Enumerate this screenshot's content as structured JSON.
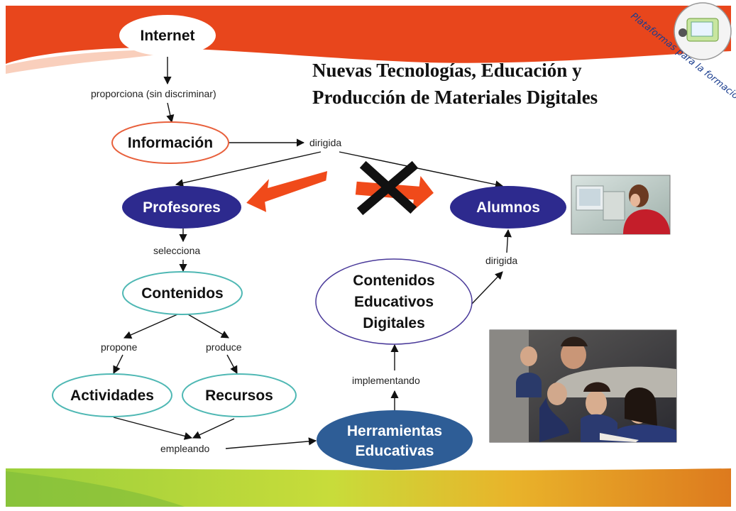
{
  "slide": {
    "title_line1": "Nuevas Tecnologías, Educación y",
    "title_line2": "Producción de Materiales Digitales",
    "badge_text": "Plataformas para la formación"
  },
  "nodes": {
    "internet": "Internet",
    "informacion": "Información",
    "profesores": "Profesores",
    "alumnos": "Alumnos",
    "contenidos": "Contenidos",
    "contenidos_digitales_1": "Contenidos",
    "contenidos_digitales_2": "Educativos",
    "contenidos_digitales_3": "Digitales",
    "actividades": "Actividades",
    "recursos": "Recursos",
    "herramientas_1": "Herramientas",
    "herramientas_2": "Educativas"
  },
  "links": {
    "proporciona": "proporciona (sin discriminar)",
    "dirigida_1": "dirigida",
    "selecciona": "selecciona",
    "propone": "propone",
    "produce": "produce",
    "empleando": "empleando",
    "implementando": "implementando",
    "dirigida_2": "dirigida"
  },
  "colors": {
    "banner_red": "#e8461c",
    "node_dark_blue": "#2d2a8e",
    "node_steel_blue": "#2e5d96",
    "outline_teal": "#4fb8b4",
    "outline_orange": "#e8603c",
    "outline_purple": "#4a3a9a",
    "orange_arrow": "#f04a1a",
    "footer_green": "#8cc63e"
  }
}
